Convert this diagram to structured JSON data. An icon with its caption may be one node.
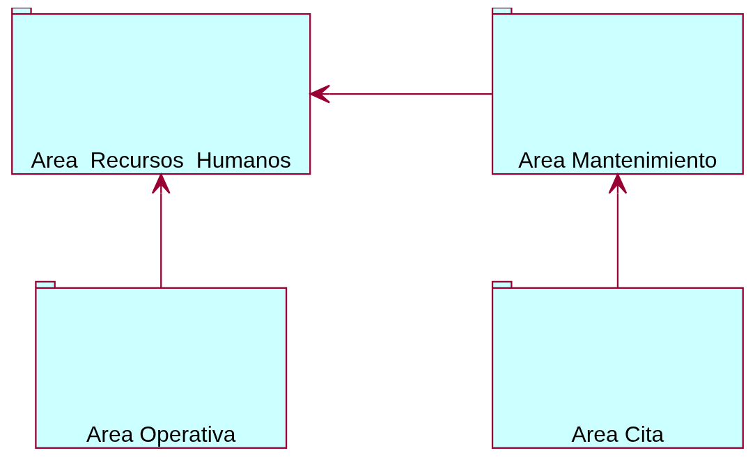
{
  "diagram": {
    "nodes": [
      {
        "text": [
          "Area  Recursos  Humanos"
        ]
      },
      {
        "text": [
          "Area Mantenimiento"
        ]
      },
      {
        "text": [
          "Area Operativa"
        ]
      },
      {
        "text": [
          "Area Cita"
        ]
      }
    ],
    "edges": [
      {
        "from": 1,
        "to": 0,
        "arrow": "to"
      },
      {
        "from": 2,
        "to": 0,
        "arrow": "to"
      },
      {
        "from": 3,
        "to": 1,
        "arrow": "to"
      }
    ]
  }
}
